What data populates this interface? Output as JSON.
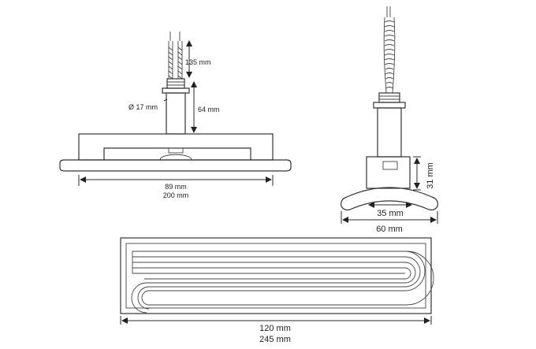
{
  "front_view": {
    "wire_length": "135 mm",
    "thread_diameter": "Ø 17 mm",
    "neck_height": "64 mm",
    "inner_width": "89 mm",
    "total_width": "200 mm"
  },
  "side_view": {
    "body_height": "31 mm",
    "base_width": "35 mm",
    "total_width": "60 mm"
  },
  "top_view": {
    "inner_width": "120 mm",
    "total_width": "245 mm"
  }
}
